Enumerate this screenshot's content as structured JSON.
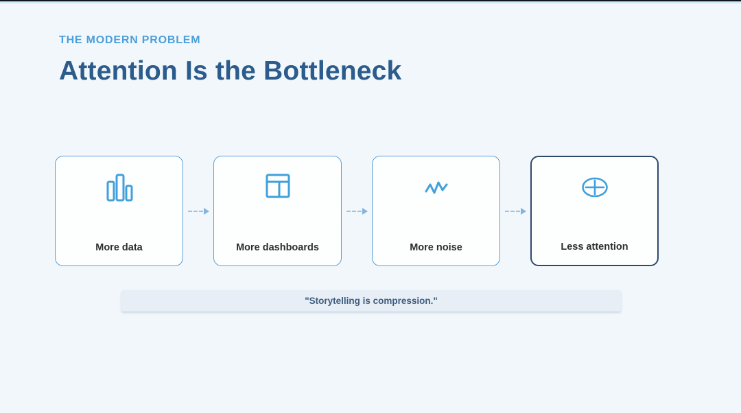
{
  "slide": {
    "kicker": "THE MODERN PROBLEM",
    "title": "Attention Is the Bottleneck",
    "quote": "\"Storytelling is compression.\""
  },
  "flow": {
    "cards": [
      {
        "label": "More data",
        "icon": "bar-chart-icon",
        "highlighted": false
      },
      {
        "label": "More dashboards",
        "icon": "dashboard-layout-icon",
        "highlighted": false
      },
      {
        "label": "More noise",
        "icon": "noise-waveform-icon",
        "highlighted": false
      },
      {
        "label": "Less attention",
        "icon": "circle-plus-icon",
        "highlighted": true
      }
    ]
  },
  "colors": {
    "background": "#f2f7fb",
    "kicker": "#4c9fda",
    "title": "#2b5c8c",
    "card_border": "#5b9fd4",
    "card_border_highlight": "#2e4a6b",
    "icon_blue": "#41a0dc",
    "label_text": "#2d2d2d",
    "arrow": "#85b4e0",
    "quote_background": "#e8eef5",
    "quote_text": "#3d5c7e"
  }
}
